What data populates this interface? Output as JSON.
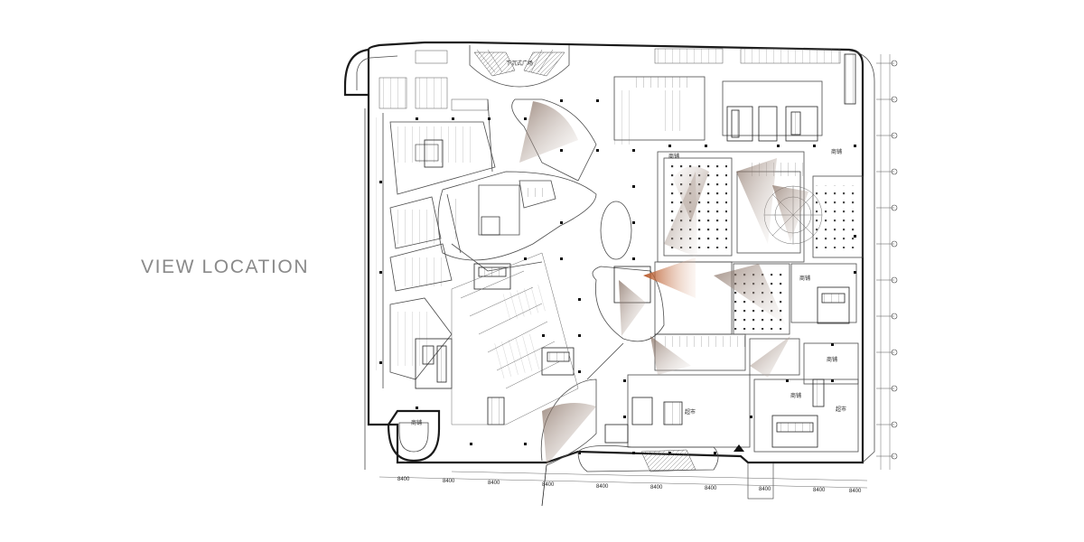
{
  "title": "VIEW  LOCATION",
  "plan": {
    "plaza_label": "下沉式广场",
    "room_labels": [
      "超市",
      "超市",
      "商铺",
      "商铺",
      "商铺",
      "商铺",
      "商铺",
      "商铺"
    ],
    "dimension_text": [
      "8400",
      "8400",
      "8400",
      "8400",
      "8400",
      "8400",
      "8400",
      "8400",
      "8400",
      "8400"
    ]
  },
  "colors": {
    "title": "#8a8a8a",
    "linework": "#1a1a1a",
    "view_cone": "#9a8478",
    "view_cone_highlight": "#b5501e"
  },
  "view_cones": 10,
  "highlighted_view_cones": 1
}
